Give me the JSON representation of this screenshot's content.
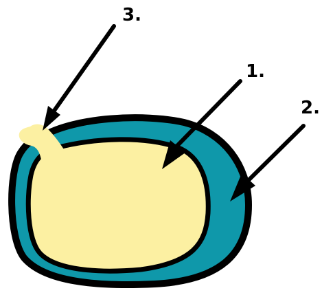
{
  "labels": {
    "one": "1.",
    "two": "2.",
    "three": "3."
  },
  "colors": {
    "outer_layer": "#0f98aa",
    "inner_body": "#fcf0a2",
    "outline": "#000000",
    "background": "#ffffff"
  }
}
